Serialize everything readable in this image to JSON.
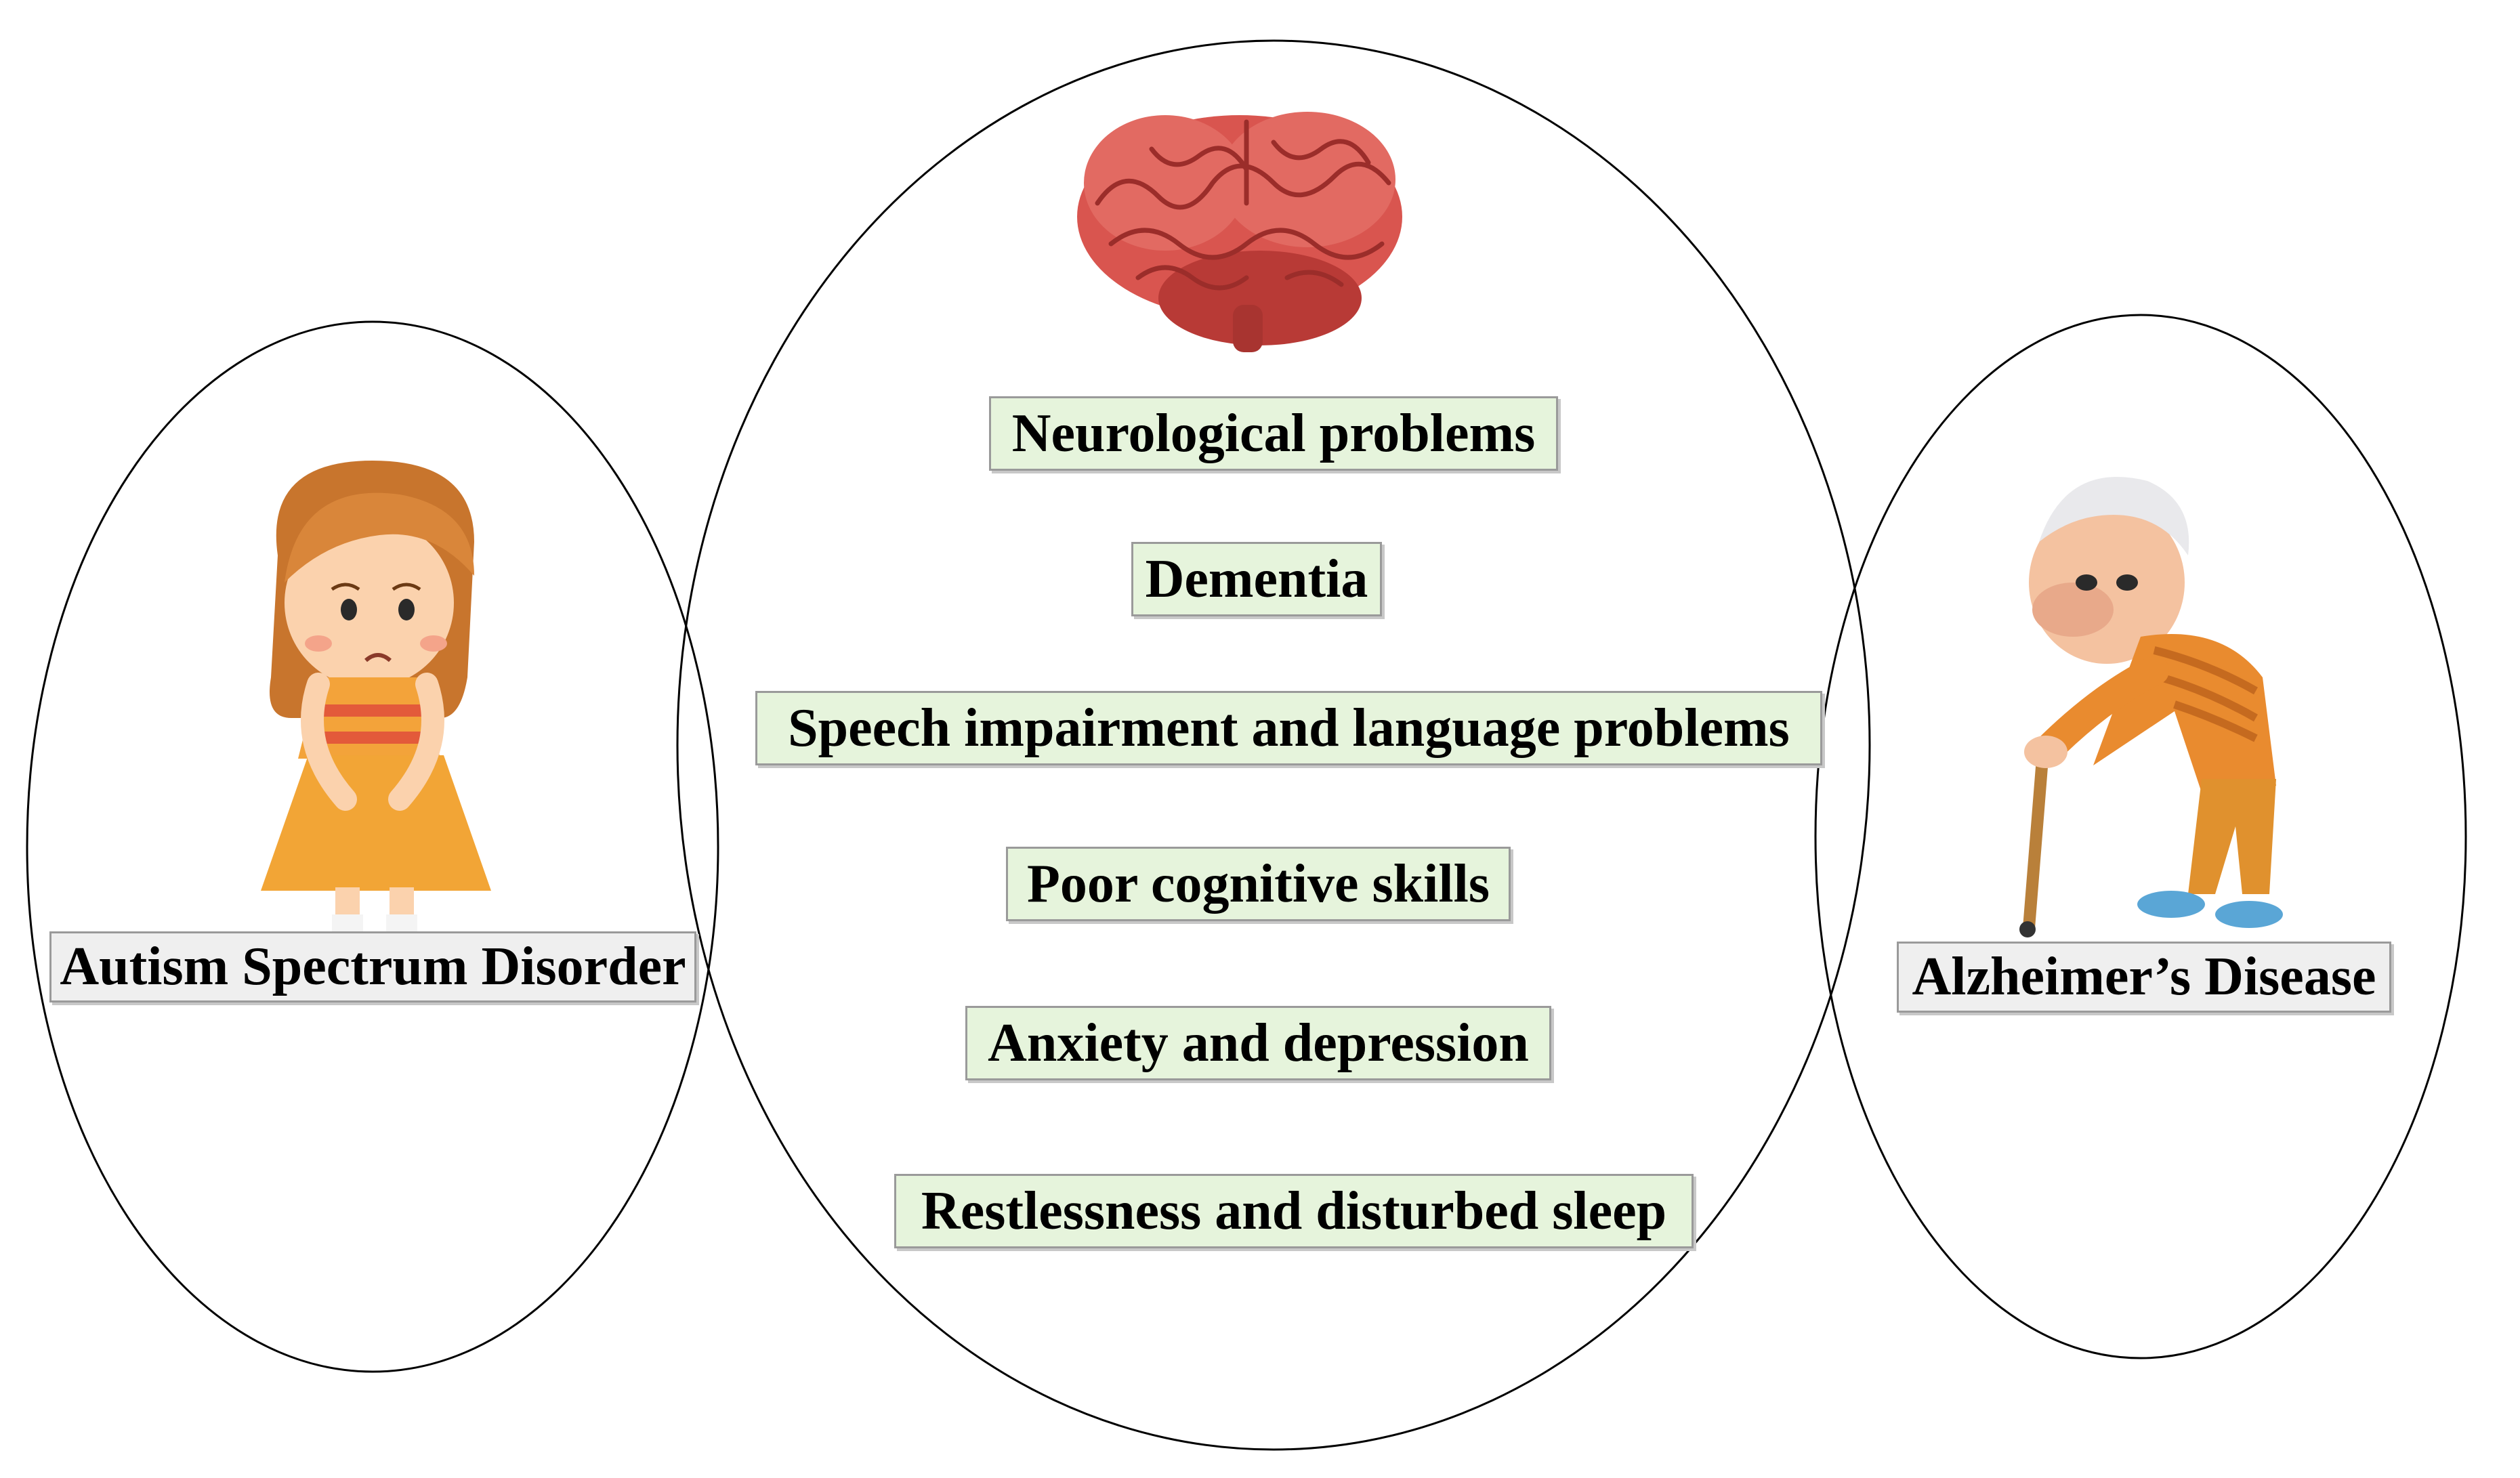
{
  "diagram": {
    "left_label": "Autism Spectrum Disorder",
    "right_label": "Alzheimer’s Disease",
    "shared_features": [
      "Neurological problems",
      "Dementia",
      "Speech impairment and language problems",
      "Poor cognitive skills",
      "Anxiety and depression",
      "Restlessness and disturbed sleep"
    ],
    "icons": {
      "top": "brain-icon",
      "left": "sad-girl-icon",
      "right": "elderly-man-with-cane-icon"
    },
    "colors": {
      "feature_box_fill": "#e6f4dc",
      "label_box_fill": "#efefef",
      "outline": "#000000",
      "brain": "#d9554f"
    }
  }
}
